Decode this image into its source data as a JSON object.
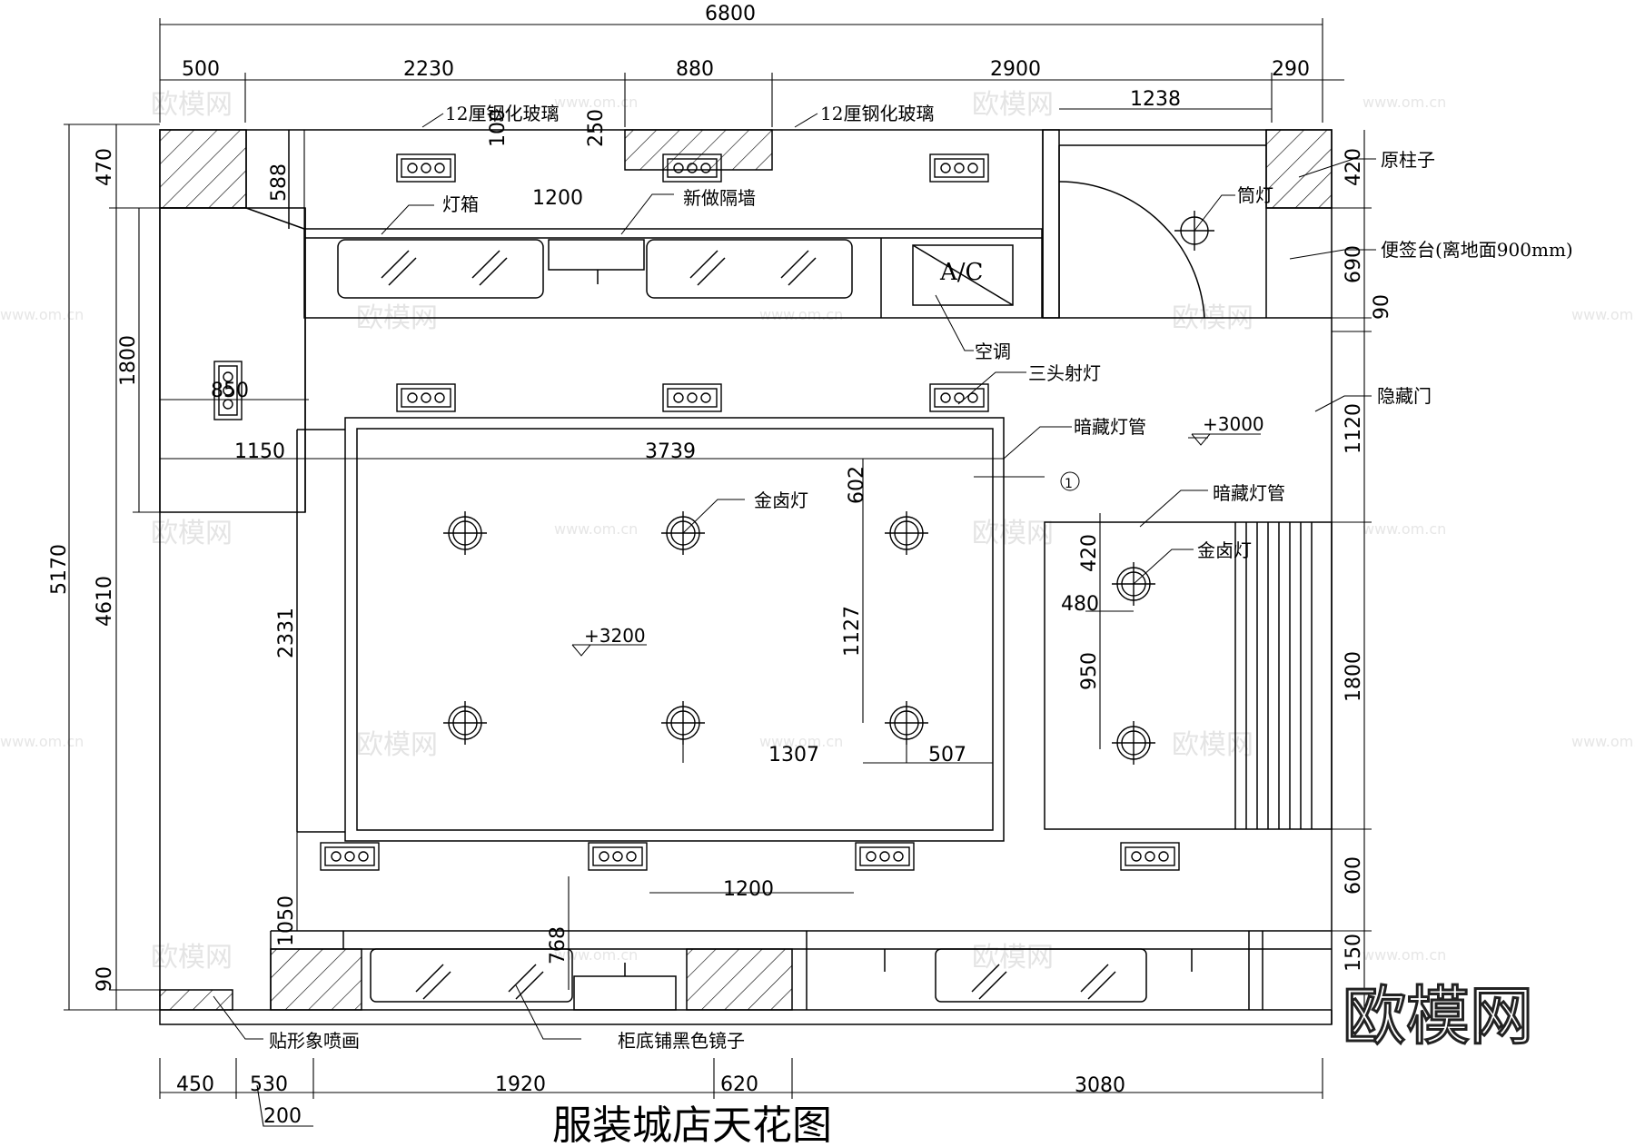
{
  "title": "服装城店天花图",
  "watermark": {
    "brand": "欧模网",
    "url": "www.om.cn"
  },
  "dimensions": {
    "overall_width": "6800",
    "top_row": [
      "500",
      "2230",
      "880",
      "2900",
      "290"
    ],
    "top_right_1238": "1238",
    "left_overall": "5170",
    "left_4610": "4610",
    "left_470": "470",
    "left_90": "90",
    "left_1800": "1800",
    "d588": "588",
    "d250": "250",
    "d100": "100",
    "d1200_top": "1200",
    "d850": "850",
    "d1150": "1150",
    "d3739": "3739",
    "d602": "602",
    "d2331": "2331",
    "d1127": "1127",
    "d1307": "1307",
    "d507": "507",
    "d1200_bottom": "1200",
    "d1050": "1050",
    "d768": "768",
    "d420_small": "420",
    "d480": "480",
    "d950": "950",
    "right_column": [
      "420",
      "690",
      "90",
      "1120",
      "1800",
      "600",
      "150"
    ],
    "bottom_row": [
      "450",
      "530",
      "1920",
      "620",
      "3080"
    ],
    "bottom_200": "200"
  },
  "labels": {
    "glass_left": "12厘钢化玻璃",
    "glass_right": "12厘钢化玻璃",
    "light_box": "灯箱",
    "new_partition": "新做隔墙",
    "ac_box": "A/C",
    "air_conditioner": "空调",
    "triple_spotlight": "三头射灯",
    "hidden_tube_1": "暗藏灯管",
    "hidden_tube_2": "暗藏灯管",
    "halogen_1": "金卤灯",
    "halogen_2": "金卤灯",
    "original_column": "原柱子",
    "downlight": "筒灯",
    "note_desk": "便签台(离地面900mm)",
    "hidden_door": "隐藏门",
    "level_3000": "+3000",
    "level_3200": "+3200",
    "section_mark": "1",
    "decal": "贴形象喷画",
    "cabinet_mirror": "柜底铺黑色镜子"
  }
}
